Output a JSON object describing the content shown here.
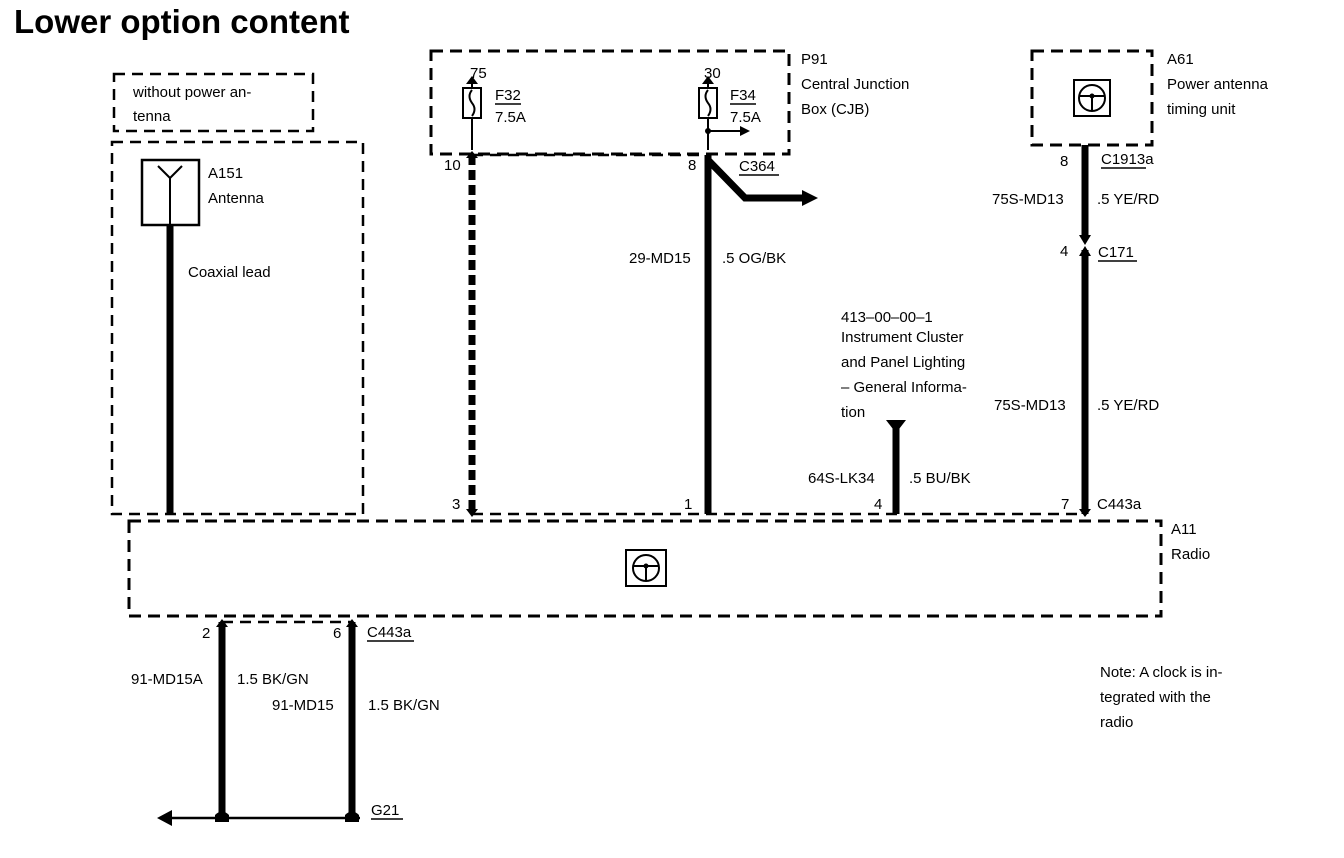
{
  "title": "Lower option content",
  "without_antenna_box": {
    "line1": "without power an-",
    "line2": "tenna"
  },
  "antenna": {
    "id": "A151",
    "name": "Antenna",
    "cable": "Coaxial lead"
  },
  "cjb": {
    "id": "P91",
    "name_line1": "Central Junction",
    "name_line2": "Box (CJB)",
    "fuse1": {
      "feed": "75",
      "id": "F32",
      "rating": "7.5A",
      "pin": "10"
    },
    "fuse2": {
      "feed": "30",
      "id": "F34",
      "rating": "7.5A",
      "pin": "8",
      "connector": "C364"
    }
  },
  "timing_unit": {
    "id": "A61",
    "name_line1": "Power antenna",
    "name_line2": "timing unit",
    "pin": "8",
    "connector": "C1913a"
  },
  "wire_a61_upper": {
    "circuit": "75S-MD13",
    "color": ".5 YE/RD"
  },
  "c171": {
    "pin": "4",
    "connector": "C171"
  },
  "wire_a61_lower": {
    "circuit": "75S-MD13",
    "color": ".5 YE/RD"
  },
  "wire_29": {
    "circuit": "29-MD15",
    "color": ".5 OG/BK"
  },
  "reference": {
    "line1": "413–00–00–1",
    "line2": "Instrument Cluster",
    "line3": "and Panel Lighting",
    "line4": "– General Informa-",
    "line5": "tion"
  },
  "wire_64": {
    "circuit": "64S-LK34",
    "color": ".5 BU/BK"
  },
  "radio": {
    "id": "A11",
    "name": "Radio",
    "connector_top": "C443a",
    "connector_bottom": "C443a",
    "pins_top": [
      "3",
      "1",
      "4",
      "7"
    ],
    "pins_bottom": [
      "2",
      "6"
    ]
  },
  "ground_wire_a": {
    "circuit": "91-MD15A",
    "color": "1.5 BK/GN"
  },
  "ground_wire_b": {
    "circuit": "91-MD15",
    "color": "1.5 BK/GN"
  },
  "ground": {
    "id": "G21"
  },
  "note": {
    "line1": "Note: A clock is in-",
    "line2": "tegrated with the",
    "line3": "radio"
  }
}
